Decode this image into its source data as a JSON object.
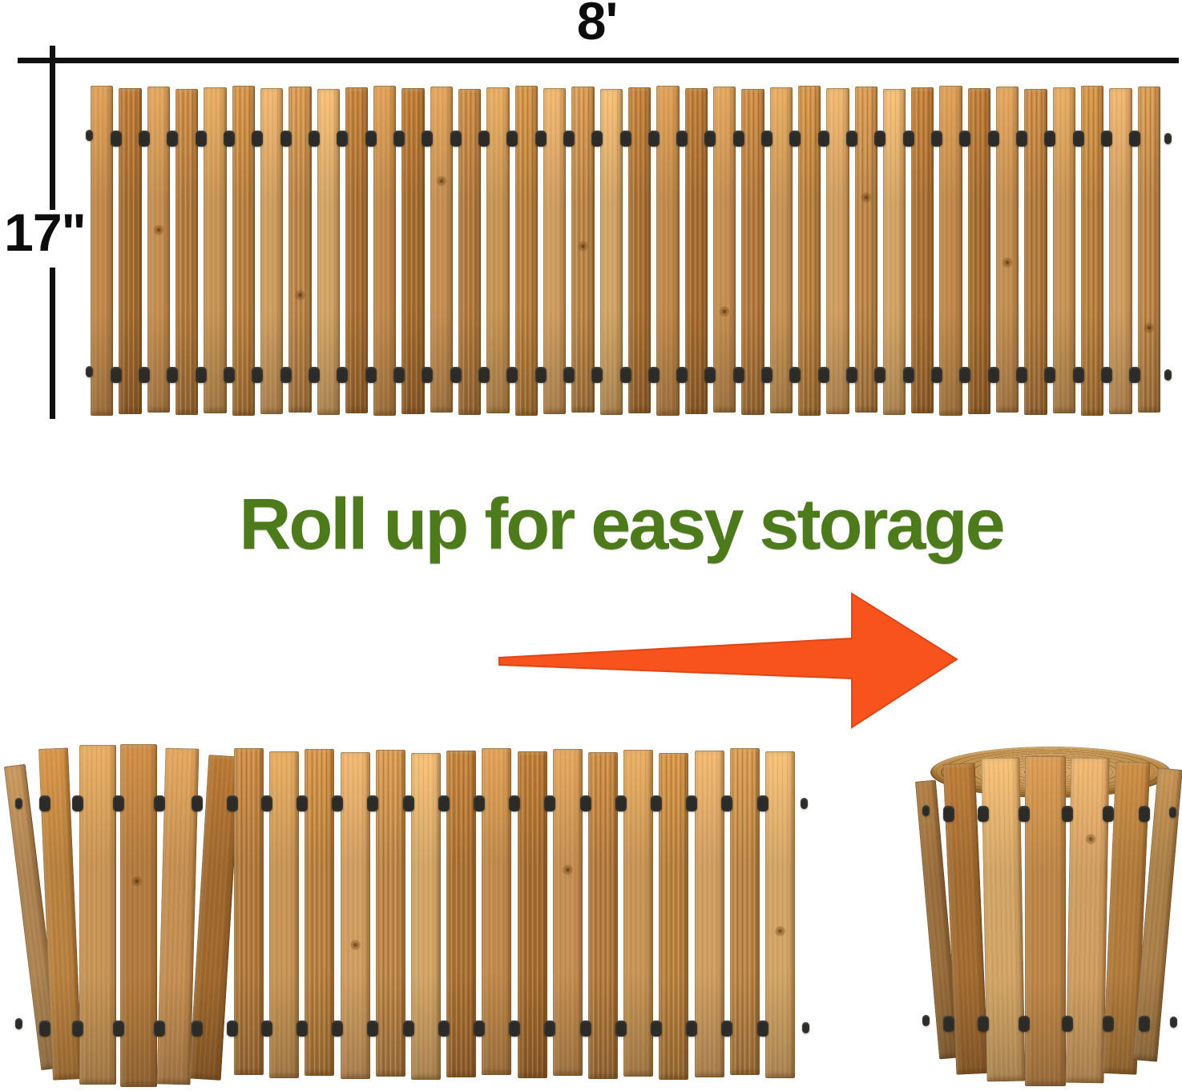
{
  "page": {
    "background": "#ffffff"
  },
  "dimensions": {
    "width_label": "8'",
    "height_label": "17\"",
    "line_color": "#111111"
  },
  "caption": {
    "text": "Roll up for easy storage",
    "color": "#4d7a1b"
  },
  "arrow": {
    "direction": "right",
    "fill": "#f8531d",
    "stroke": "#dd4715"
  },
  "photos": {
    "flat_mat": {
      "label": "wooden slat walkway laid flat",
      "slat_count": 38
    },
    "partial_roll": {
      "label": "walkway partially rolled up",
      "roll_slat_count": 6,
      "flat_slat_count": 16
    },
    "full_roll": {
      "label": "walkway fully rolled into cylinder",
      "slat_count": 7
    }
  },
  "materials": {
    "wood_palette": [
      "#c08a4c",
      "#b27a3e",
      "#cf9e62",
      "#aa7134",
      "#c48f52",
      "#b9813f",
      "#d2a567",
      "#a56c30",
      "#c79556",
      "#bc8648"
    ],
    "clip_color": "#2d2b27"
  }
}
